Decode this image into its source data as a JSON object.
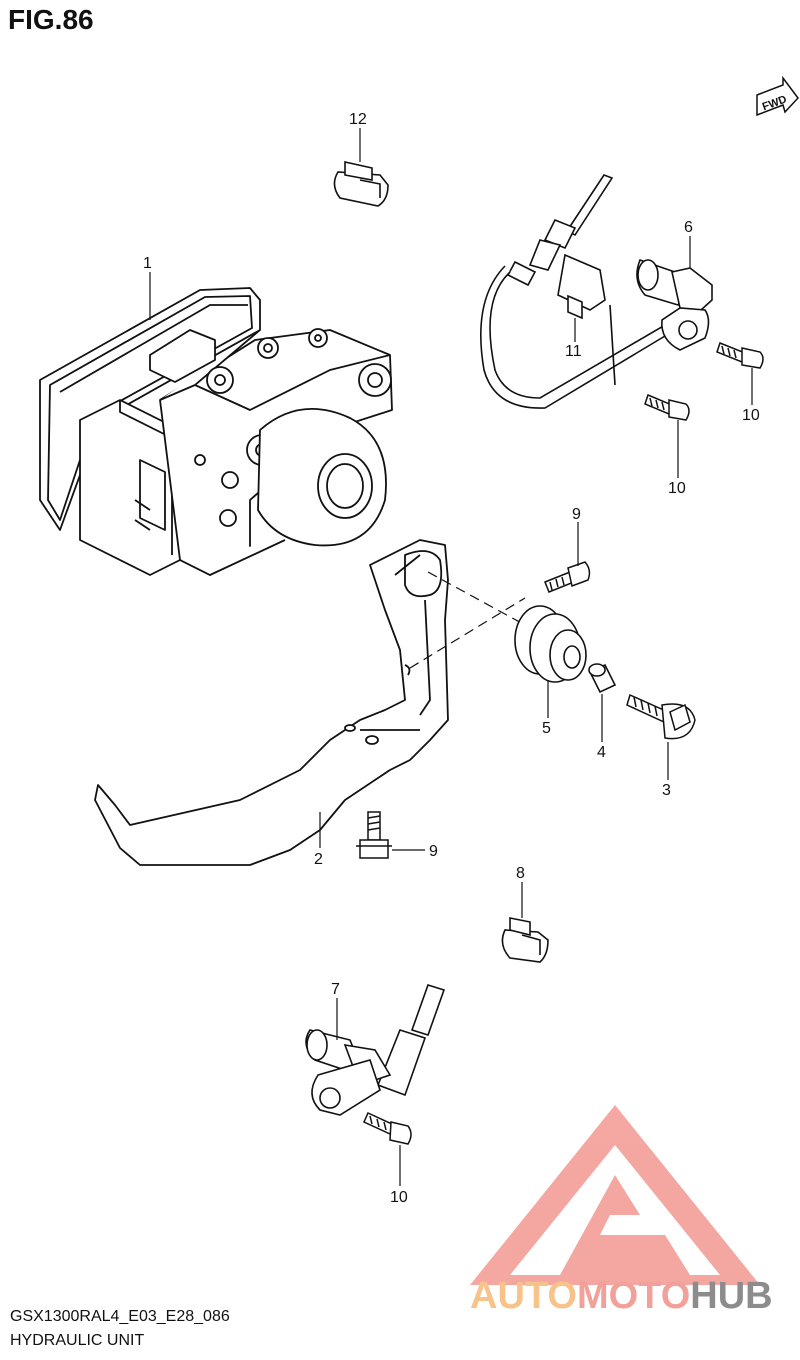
{
  "figure": {
    "title": "FIG.86",
    "fwd_label": "FWD",
    "footer_code": "GSX1300RAL4_E03_E28_086",
    "footer_name": "HYDRAULIC UNIT"
  },
  "callouts": [
    "12",
    "1",
    "6",
    "11",
    "10",
    "10",
    "9",
    "5",
    "4",
    "3",
    "2",
    "9",
    "8",
    "7",
    "10"
  ],
  "watermark": {
    "part_a": "AUTO",
    "part_b": "MOTO",
    "part_c": "HUB",
    "colors": {
      "auto": "#f7c38a",
      "moto": "#f2a09a",
      "hub": "#8c8c8c",
      "logo": "#f4a39c"
    }
  }
}
